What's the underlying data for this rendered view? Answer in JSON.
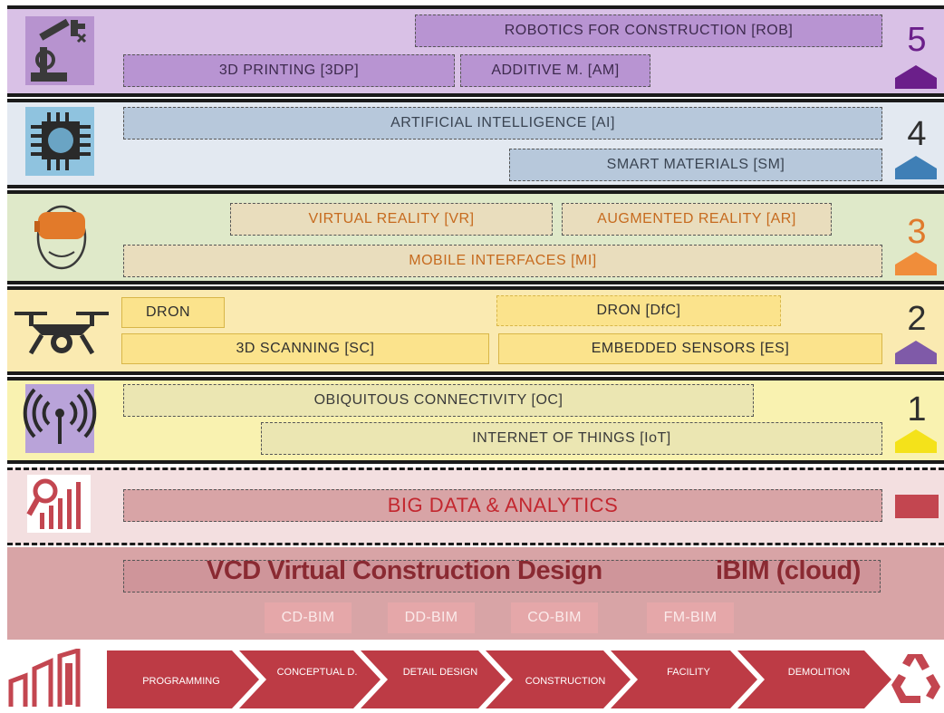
{
  "layers": [
    {
      "level": "5",
      "color": "#6b1f8a",
      "tags": [
        "ROBOTICS FOR CONSTRUCTION [ROB]",
        "3D PRINTING [3DP]",
        "ADDITIVE M. [AM]"
      ]
    },
    {
      "level": "4",
      "color": "#2f2f2f",
      "tags": [
        "ARTIFICIAL INTELLIGENCE [AI]",
        "SMART MATERIALS [SM]"
      ]
    },
    {
      "level": "3",
      "color": "#e07a2c",
      "tags": [
        "VIRTUAL REALITY [VR]",
        "AUGMENTED REALITY [AR]",
        "MOBILE INTERFACES [MI]"
      ]
    },
    {
      "level": "2",
      "color": "#2f2f2f",
      "tags": [
        "DRON",
        "DRON [DfC]",
        "3D SCANNING [SC]",
        "EMBEDDED SENSORS [ES]"
      ]
    },
    {
      "level": "1",
      "color": "#2f2f2f",
      "tags": [
        "OBIQUITOUS CONNECTIVITY [OC]",
        "INTERNET OF THINGS [IoT]"
      ]
    }
  ],
  "big_data": {
    "label": "BIG DATA & ANALYTICS"
  },
  "vcd": {
    "title": "VCD Virtual Construction Design",
    "cloud": "iBIM (cloud)"
  },
  "bim_stages": [
    "CD-BIM",
    "DD-BIM",
    "CO-BIM",
    "FM-BIM"
  ],
  "phases": [
    "PROGRAMMING",
    "CONCEPTUAL D.",
    "DETAIL DESIGN",
    "CONSTRUCTION",
    "FACILITY",
    "DEMOLITION"
  ],
  "colors": {
    "purple": "#d9c1e6",
    "blue": "#e3e9f1",
    "green": "#dfe9c9",
    "orange_band": "#faeab1",
    "yellow_band": "#f9f2b0",
    "pink": "#f3dfe0",
    "rose": "#d8a4a6",
    "chevron": "#bd3b45",
    "accent_red": "#c34650"
  },
  "icons": [
    "robot-arm-icon",
    "brain-chip-icon",
    "vr-headset-icon",
    "drone-icon",
    "wireless-signal-icon",
    "analytics-icon",
    "buildings-icon",
    "recycle-icon"
  ]
}
